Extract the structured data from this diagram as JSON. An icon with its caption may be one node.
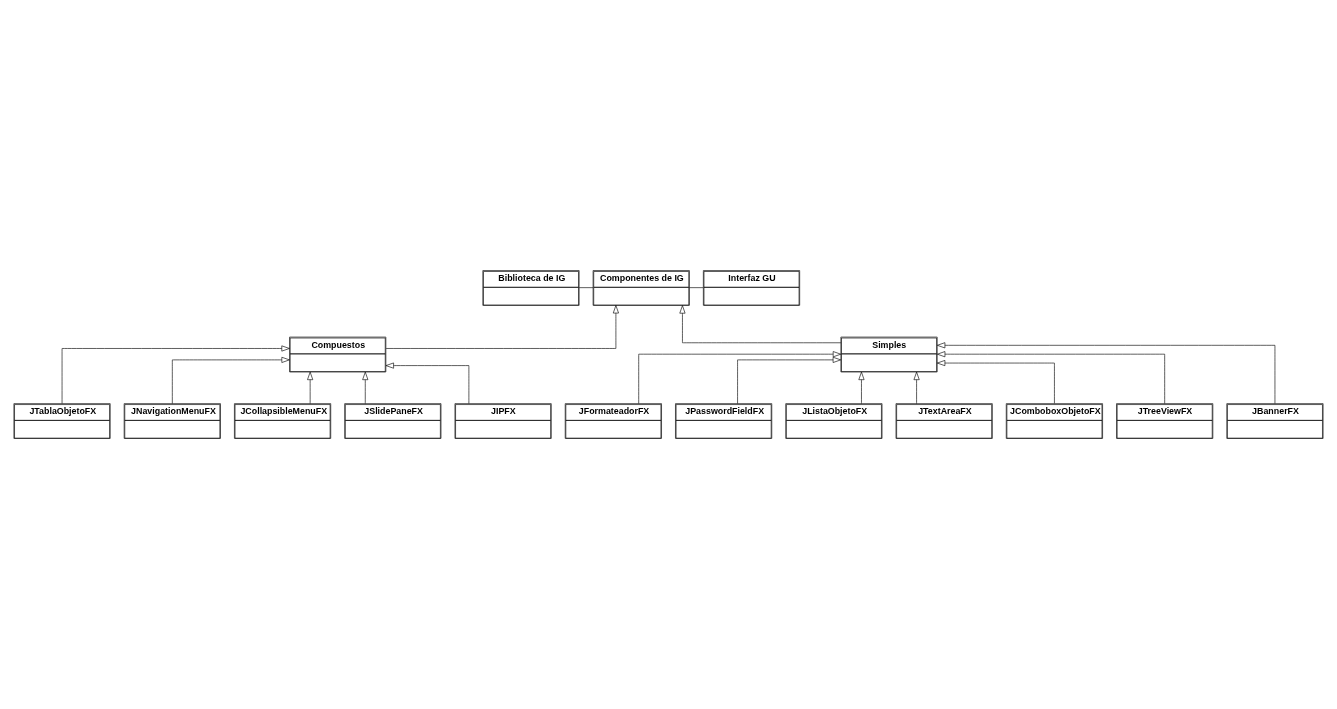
{
  "diagram": {
    "nodes": [
      {
        "text": [
          "Biblioteca de IG"
        ]
      },
      {
        "text": [
          "Componentes de IG"
        ]
      },
      {
        "text": [
          "Interfaz GU"
        ]
      },
      {
        "text": [
          "Compuestos"
        ]
      },
      {
        "text": [
          "Simples"
        ]
      },
      {
        "text": [
          "JTablaObjetoFX"
        ]
      },
      {
        "text": [
          "JNavigationMenuFX"
        ]
      },
      {
        "text": [
          "JFormateadorFX"
        ]
      },
      {
        "text": [
          "JPasswordFieldFX"
        ]
      },
      {
        "text": [
          "JListaObjetoFX"
        ]
      },
      {
        "text": [
          "JCollapsibleMenuFX"
        ]
      },
      {
        "text": [
          "JSlidePaneFX"
        ]
      },
      {
        "text": [
          "JTextAreaFX"
        ]
      },
      {
        "text": [
          "JComboboxObjetoFX"
        ]
      },
      {
        "text": [
          "JTreeViewFX"
        ]
      },
      {
        "text": [
          "JIPFX"
        ]
      },
      {
        "text": [
          "JBannerFX"
        ]
      }
    ],
    "edges": [
      {
        "from": 0,
        "to": 1,
        "arrow": "none"
      },
      {
        "from": 1,
        "to": 2,
        "arrow": "none"
      },
      {
        "from": 3,
        "to": 1,
        "arrow": "to"
      },
      {
        "from": 4,
        "to": 1,
        "arrow": "to"
      },
      {
        "from": 10,
        "to": 3,
        "arrow": "to"
      },
      {
        "from": 5,
        "to": 3,
        "arrow": "to"
      },
      {
        "from": 15,
        "to": 3,
        "arrow": "to"
      },
      {
        "from": 11,
        "to": 3,
        "arrow": "to"
      },
      {
        "from": 6,
        "to": 3,
        "arrow": "to"
      },
      {
        "from": 16,
        "to": 4,
        "arrow": "to"
      },
      {
        "from": 12,
        "to": 4,
        "arrow": "to"
      },
      {
        "from": 7,
        "to": 4,
        "arrow": "to"
      },
      {
        "from": 13,
        "to": 4,
        "arrow": "to"
      },
      {
        "from": 8,
        "to": 4,
        "arrow": "to"
      },
      {
        "from": 9,
        "to": 4,
        "arrow": "to"
      },
      {
        "from": 14,
        "to": 4,
        "arrow": "to"
      }
    ]
  }
}
